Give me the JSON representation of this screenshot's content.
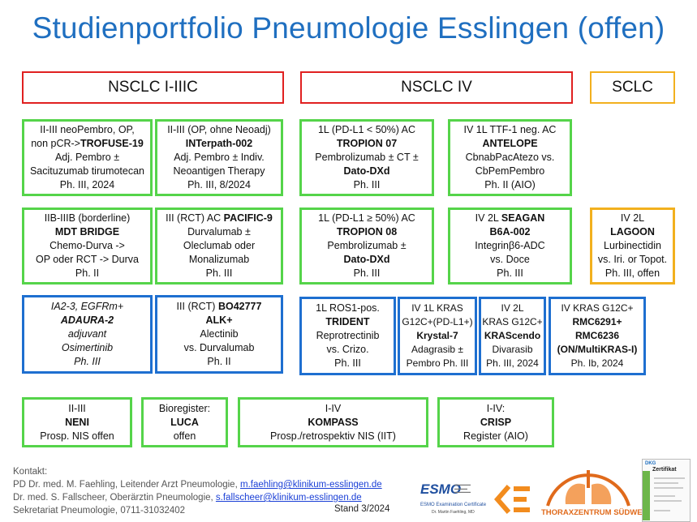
{
  "title": "Studienportfolio Pneumologie Esslingen (offen)",
  "headers": {
    "nsclc_early": "NSCLC I-IIIC",
    "nsclc_iv": "NSCLC IV",
    "sclc": "SCLC"
  },
  "cards": {
    "trofuse": [
      "II-III neoPembro, OP,",
      "non pCR->",
      "TROFUSE-19",
      "Adj. Pembro ±",
      "Sacituzumab tirumotecan",
      "Ph. III, 2024"
    ],
    "interpath": [
      "II-III (OP, ohne Neoadj)",
      "INTerpath-002",
      "Adj. Pembro ± Indiv.",
      "Neoantigen Therapy",
      "Ph. III, 8/2024"
    ],
    "tropion07": [
      "1L (PD-L1 < 50%) AC",
      "TROPION 07",
      "Pembrolizumab ± CT ±",
      "Dato-DXd",
      "Ph. III"
    ],
    "antelope": [
      "IV 1L TTF-1 neg. AC",
      "ANTELOPE",
      "CbnabPacAtezo vs.",
      "CbPemPembro",
      "Ph. II (AIO)"
    ],
    "mdt_bridge": [
      "IIB-IIIB (borderline)",
      "MDT BRIDGE",
      "Chemo-Durva ->",
      "OP oder RCT -> Durva",
      "Ph. II"
    ],
    "pacific9": [
      "III (RCT) AC ",
      "PACIFIC-9",
      "Durvalumab ±",
      "Oleclumab oder",
      "Monalizumab",
      "Ph. III"
    ],
    "tropion08": [
      "1L (PD-L1 ≥ 50%) AC",
      "TROPION 08",
      "Pembrolizumab ±",
      "Dato-DXd",
      "Ph. III"
    ],
    "seagan": [
      "IV 2L ",
      "SEAGAN",
      "B6A-002",
      "Integrinβ6-ADC",
      "vs. Doce",
      "Ph. III"
    ],
    "lagoon": [
      "IV 2L",
      "LAGOON",
      "Lurbinectidin",
      "vs. Iri. or Topot.",
      "Ph. III, offen"
    ],
    "adaura2": [
      "IA2-3, EGFRm+",
      "ADAURA-2",
      "adjuvant",
      "Osimertinib",
      "Ph. III"
    ],
    "bo42777": [
      "III (RCT) ",
      "BO42777",
      "ALK+",
      "Alectinib",
      "vs. Durvalumab",
      "Ph. II"
    ],
    "trident": [
      "1L ROS1-pos.",
      "TRIDENT",
      "Reprotrectinib",
      "vs. Crizo.",
      "Ph. III"
    ],
    "krystal7": [
      "IV 1L KRAS",
      "G12C+(PD-L1+)",
      "Krystal-7",
      "Adagrasib ±",
      "Pembro Ph. III"
    ],
    "krascendo": [
      "IV 2L",
      "KRAS G12C+",
      "KRAScendo",
      "Divarasib",
      "Ph. III, 2024"
    ],
    "rmc": [
      "IV KRAS G12C+",
      "RMC6291+",
      "RMC6236",
      "(ON/MultiKRAS-I)",
      "Ph. Ib, 2024"
    ],
    "neni": [
      "II-III",
      "NENI",
      "Prosp. NIS offen"
    ],
    "luca": [
      "Bioregister:",
      "LUCA",
      "offen"
    ],
    "kompass": [
      "I-IV",
      "KOMPASS",
      "Prosp./retrospektiv NIS (IIT)"
    ],
    "crisp": [
      "I-IV:",
      "CRISP",
      "Register (AIO)"
    ]
  },
  "contact": {
    "label": "Kontakt:",
    "line1_text": "PD Dr. med. M. Faehling, Leitender Arzt Pneumologie, ",
    "line1_email": "m.faehling@klinikum-esslingen.de",
    "line2_text": "Dr. med. S. Fallscheer, Oberärztin Pneumologie, ",
    "line2_email": "s.fallscheer@klinikum-esslingen.de",
    "line3_text": "Sekretariat Pneumologie, 0711-31032402"
  },
  "stand": "Stand 3/2024",
  "logos": {
    "esmo": "ESMO",
    "esmo_cert": "ESMO Examination Certificate",
    "esmo_doctor": "Dr. Martin Faehling, MD",
    "thoraxzentrum": "THORAXZENTRUM SÜDWEST",
    "dkg": "DKG",
    "zertifikat": "Zertifikat"
  },
  "colors": {
    "title": "#1f6fc0",
    "green": "#55d44a",
    "blue": "#1e6fd0",
    "red": "#e02020",
    "gold": "#f2b01e"
  }
}
